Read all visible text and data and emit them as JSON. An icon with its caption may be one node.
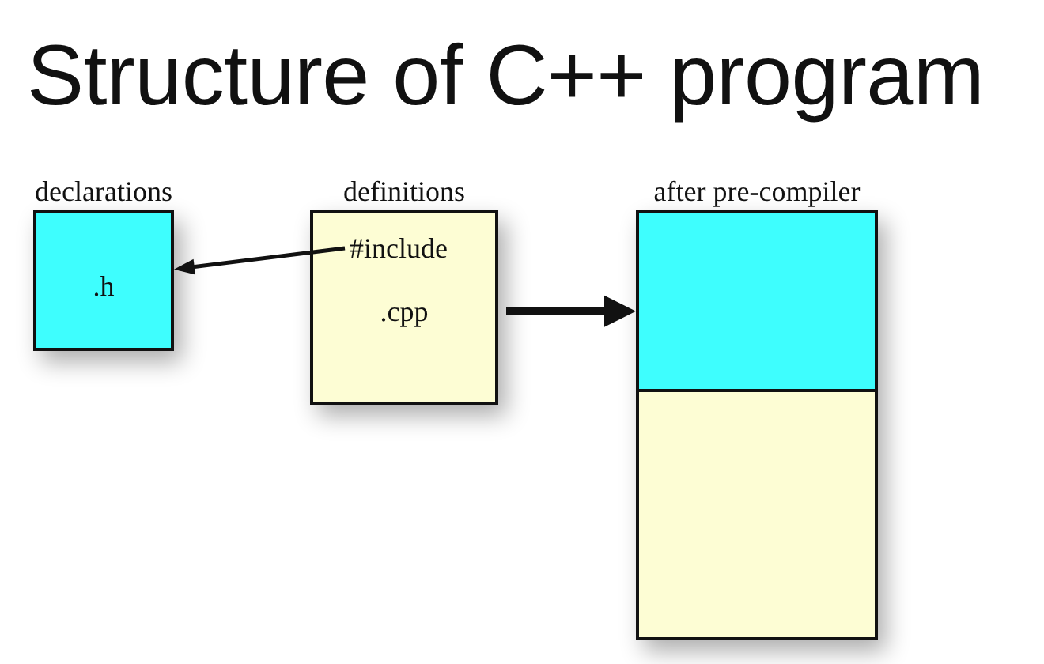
{
  "diagram": {
    "title": "Structure of C++ program",
    "nodes": [
      {
        "text": [
          "declarations",
          ".h"
        ]
      },
      {
        "text": [
          "definitions",
          ".cpp"
        ]
      },
      {
        "text": [
          "#include"
        ],
        "in": 1
      },
      {
        "text": [
          "after pre-compiler"
        ]
      },
      {
        "text": [],
        "shape": "box",
        "in": 3
      },
      {
        "text": [],
        "shape": "box",
        "in": 3
      }
    ],
    "edges": [
      {
        "from": 2,
        "to": 0,
        "arrow": "to"
      },
      {
        "from": 1,
        "to": 3,
        "arrow": "to",
        "style": "thick"
      }
    ]
  }
}
